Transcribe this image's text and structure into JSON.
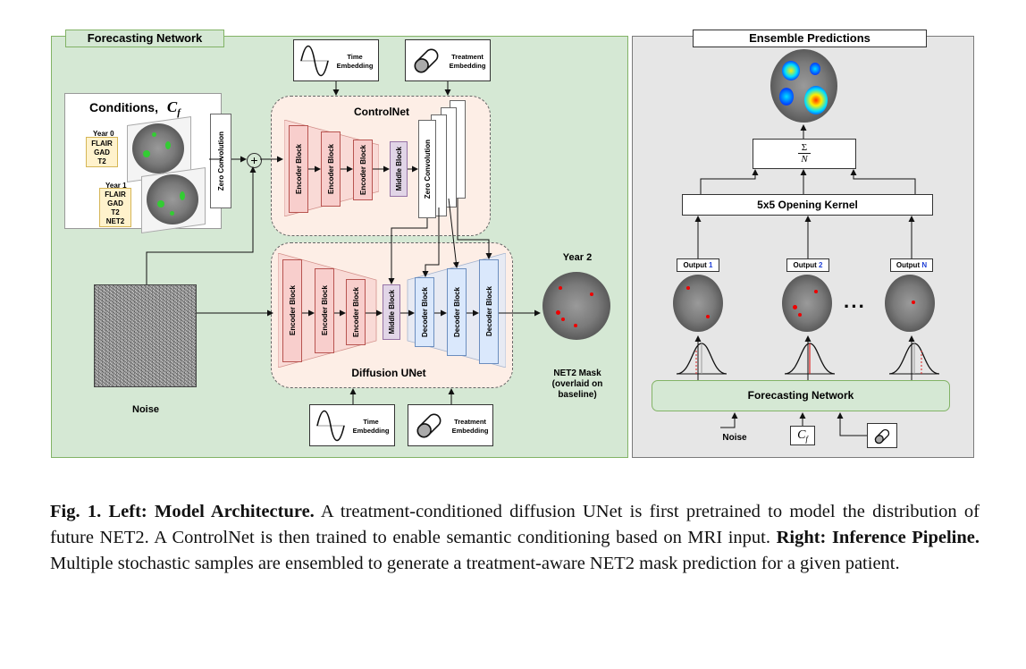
{
  "left_panel": {
    "title": "Forecasting Network",
    "conditions_label": "Conditions,",
    "conditions_symbol": "C",
    "conditions_sub": "f",
    "year0": {
      "label": "Year 0",
      "modalities": [
        "FLAIR",
        "GAD",
        "T2"
      ]
    },
    "year1": {
      "label": "Year 1",
      "modalities": [
        "FLAIR",
        "GAD",
        "T2",
        "NET2"
      ]
    },
    "zero_conv_label": "Zero Convolution",
    "plus_symbol": "⊕",
    "time_embedding_label": "Time Embedding",
    "treatment_embedding_label": "Treatment Embedding",
    "controlnet": {
      "title": "ControlNet",
      "blocks": [
        "Encoder Block",
        "Encoder Block",
        "Encoder Block",
        "Middle Block",
        "Zero Convolution"
      ]
    },
    "unet": {
      "title": "Diffusion UNet",
      "blocks": [
        "Encoder Block",
        "Encoder Block",
        "Encoder Block",
        "Middle Block",
        "Decoder Block",
        "Decoder Block",
        "Decoder Block"
      ]
    },
    "noise_label": "Noise",
    "output_year": "Year 2",
    "output_label": "NET2 Mask (overlaid on baseline)"
  },
  "right_panel": {
    "title": "Ensemble Predictions",
    "sum_top": "Σ",
    "sum_bottom": "N",
    "opening_kernel": "5x5 Opening Kernel",
    "outputs": [
      {
        "prefix": "Output ",
        "index": "1"
      },
      {
        "prefix": "Output ",
        "index": "2"
      },
      {
        "prefix": "Output ",
        "index": "N"
      }
    ],
    "ellipsis": "···",
    "forecasting_network": "Forecasting Network",
    "noise_label": "Noise",
    "cf_symbol": "C",
    "cf_sub": "f"
  },
  "caption": {
    "fig_label": "Fig. 1.",
    "left_bold": "Left: Model Architecture.",
    "left_text": " A treatment-conditioned diffusion UNet is first pretrained to model the distribution of future NET2. A ControlNet is then trained to enable semantic conditioning based on MRI input. ",
    "right_bold": "Right: Inference Pipeline.",
    "right_text": " Multiple stochastic samples are ensembled to generate a treatment-aware NET2 mask prediction for a given patient."
  },
  "colors": {
    "green_panel": "#d5e8d4",
    "encoder": "#f8cecc",
    "middle": "#e1d5e7",
    "decoder": "#dae8fc",
    "condition_tag": "#fff2cc",
    "output_index_blue": "#1f3fd6"
  }
}
